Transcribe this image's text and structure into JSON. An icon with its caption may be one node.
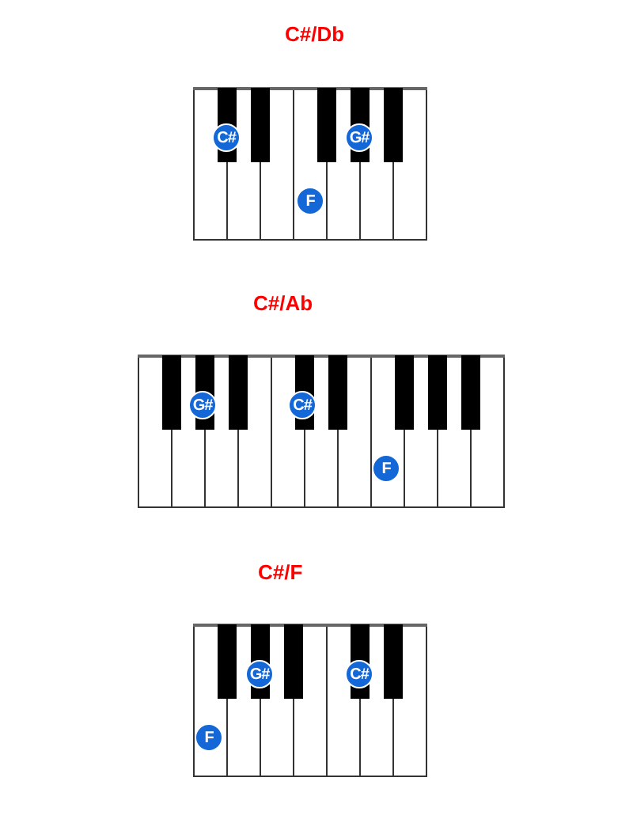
{
  "diagram": {
    "nodes": [
      {
        "text": [
          "C#/Db"
        ]
      },
      {
        "text": [
          "C#"
        ],
        "in": 0
      },
      {
        "text": [
          "G#"
        ],
        "in": 0
      },
      {
        "text": [
          "F"
        ],
        "in": 0
      },
      {
        "text": [
          "C#/Ab"
        ]
      },
      {
        "text": [
          "G#"
        ],
        "in": 4
      },
      {
        "text": [
          "C#"
        ],
        "in": 4
      },
      {
        "text": [
          "F"
        ],
        "in": 4
      },
      {
        "text": [
          "C#/F"
        ]
      },
      {
        "text": [
          "G#"
        ],
        "in": 8
      },
      {
        "text": [
          "C#"
        ],
        "in": 8
      },
      {
        "text": [
          "F"
        ],
        "in": 8
      }
    ]
  }
}
